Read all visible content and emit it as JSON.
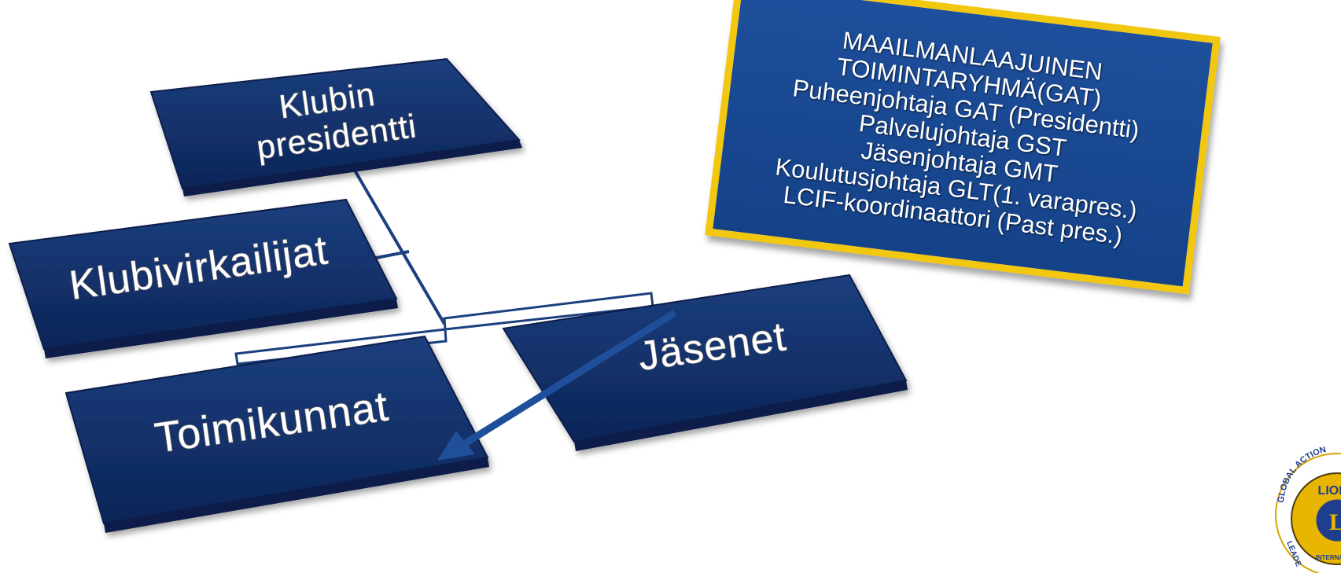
{
  "diagram": {
    "nodes": [
      {
        "id": "president",
        "lines": [
          "Klubin",
          "presidentti"
        ]
      },
      {
        "id": "officers",
        "lines": [
          "Klubivirkailijat"
        ]
      },
      {
        "id": "members",
        "lines": [
          "Jäsenet"
        ]
      },
      {
        "id": "committees",
        "lines": [
          "Toimikunnat"
        ]
      }
    ],
    "colors": {
      "box_top": "#1c3f7e",
      "box_bottom": "#0c2558",
      "box_edge": "#0a1f4a",
      "connector": "#1c3f7e",
      "arrow": "#1f4f9a",
      "frame_yellow": "#f2c70f"
    }
  },
  "gat_box": {
    "lines": [
      "MAAILMANLAAJUINEN",
      "TOIMINTARYHMÄ(GAT)",
      "Puheenjohtaja GAT (Presidentti)",
      "Palvelujohtaja GST",
      "Jäsenjohtaja GMT",
      "Koulutusjohtaja GLT(1. varapres.)",
      "LCIF-koordinaattori (Past pres.)"
    ]
  },
  "logo": {
    "text_top": "GLOBAL ACTION",
    "text_inner": "LIONS",
    "text_center": "L",
    "text_bottom": "INTERNATIONAL",
    "text_left": "LEADE",
    "icon": "lions-gat-logo"
  }
}
